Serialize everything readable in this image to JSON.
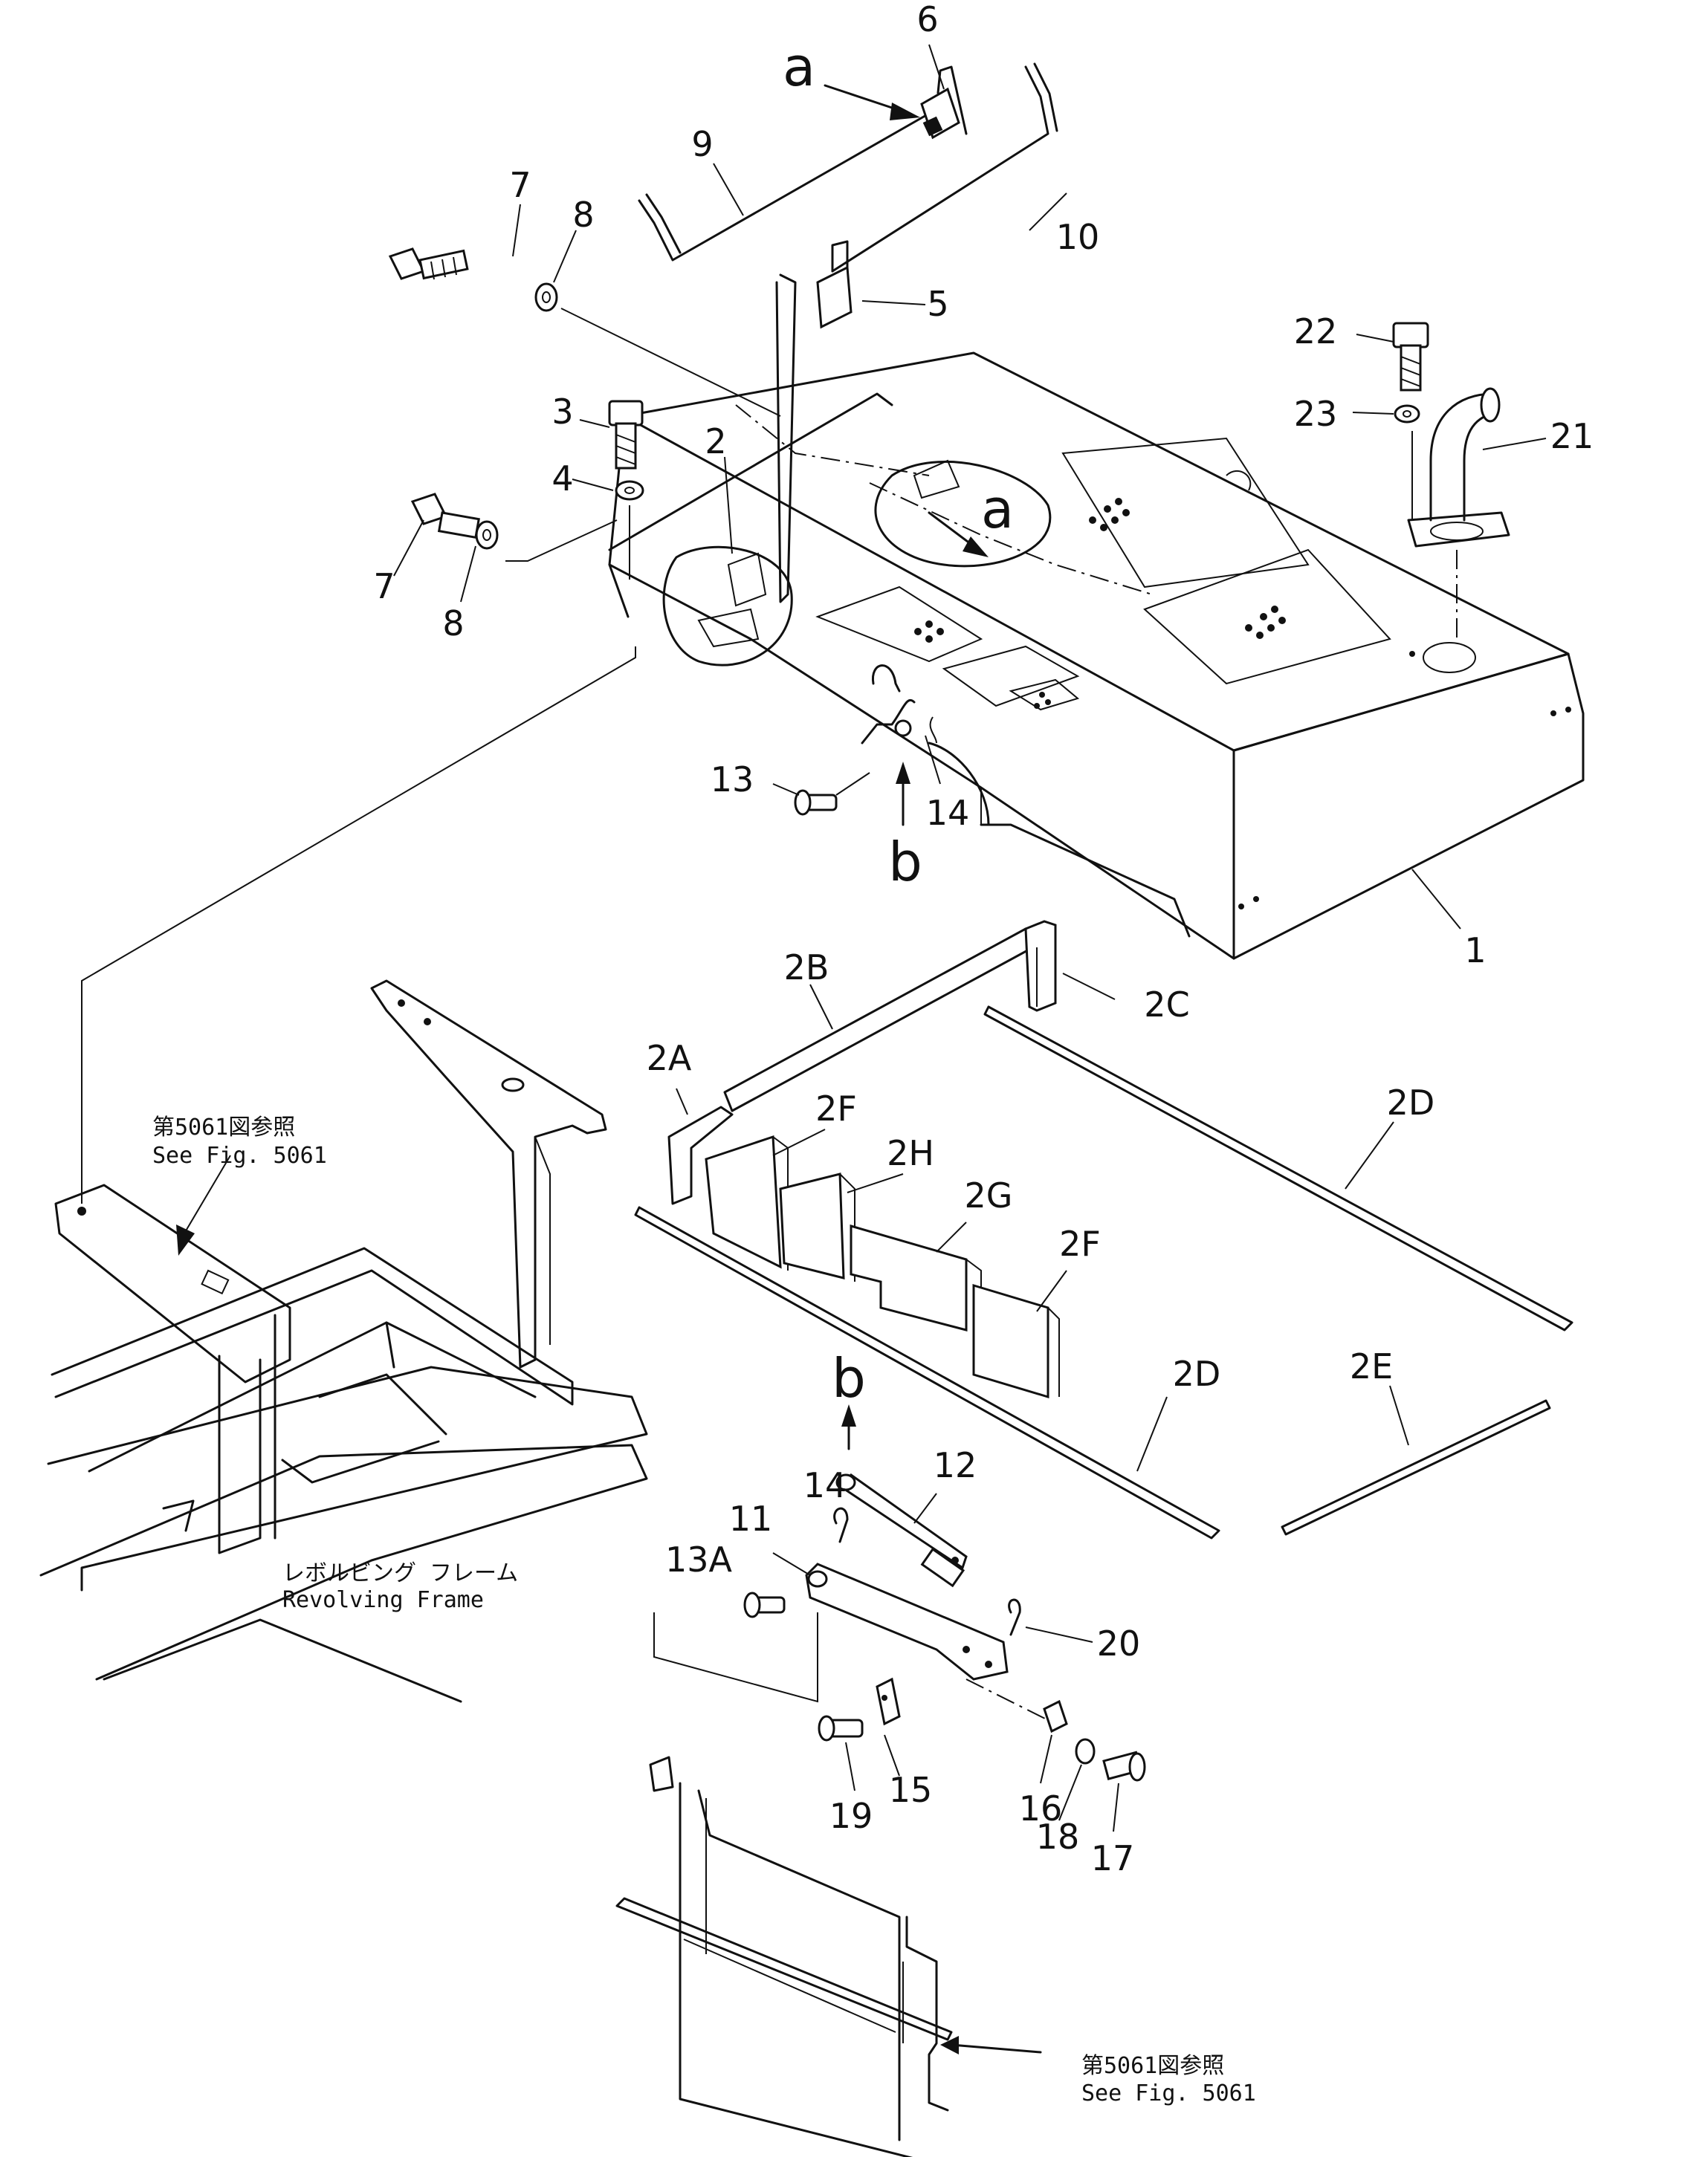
{
  "labels": {
    "l1": "1",
    "l2": "2",
    "l3": "3",
    "l4": "4",
    "l5": "5",
    "l6": "6",
    "l7a": "7",
    "l7b": "7",
    "l8a": "8",
    "l8b": "8",
    "l9": "9",
    "l10": "10",
    "l11": "11",
    "l12": "12",
    "l13": "13",
    "l13a": "13A",
    "l14a": "14",
    "l14b": "14",
    "l15": "15",
    "l16": "16",
    "l17": "17",
    "l18": "18",
    "l19": "19",
    "l20": "20",
    "l21": "21",
    "l22": "22",
    "l23": "23",
    "l2a": "2A",
    "l2b": "2B",
    "l2c": "2C",
    "l2d1": "2D",
    "l2d2": "2D",
    "l2e": "2E",
    "l2f1": "2F",
    "l2f2": "2F",
    "l2g": "2G",
    "l2h": "2H"
  },
  "view_marks": {
    "a_top": "a",
    "a_detail": "a",
    "b_top": "b",
    "b_bottom": "b"
  },
  "notes": {
    "ref_left_jp": "第5061図参照",
    "ref_left_en": "See  Fig.  5061",
    "ref_right_jp": "第5061図参照",
    "ref_right_en": "See  Fig.  5061",
    "frame_jp": "レボルビング フレーム",
    "frame_en": "Revolving Frame"
  }
}
